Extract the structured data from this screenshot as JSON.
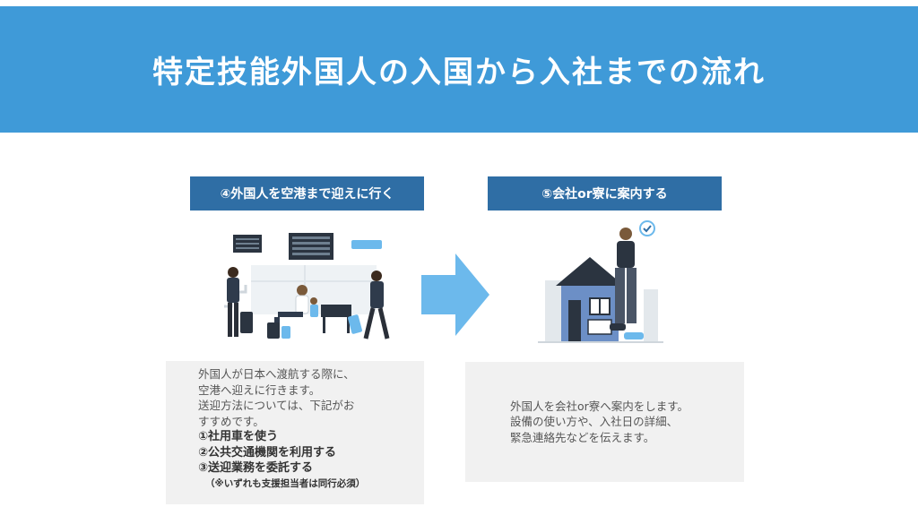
{
  "header": {
    "title": "特定技能外国人の入国から入社までの流れ"
  },
  "steps": [
    {
      "label": "④外国人を空港まで迎えに行く",
      "lines": [
        "外国人が日本へ渡航する際に、",
        "空港へ迎えに行きます。",
        "送迎方法については、下記がお",
        "すすめです。"
      ],
      "options": [
        "①社用車を使う",
        "②公共交通機関を利用する",
        "③送迎業務を委託する"
      ],
      "note": "（※いずれも支援担当者は同行必須）"
    },
    {
      "label": "⑤会社or寮に案内する",
      "lines": [
        "外国人を会社or寮へ案内をします。",
        "設備の使い方や、入社日の詳細、",
        "緊急連絡先などを伝えます。"
      ]
    }
  ],
  "colors": {
    "header": "#3f9ad8",
    "label": "#2f6ea5",
    "arrow": "#6cb9ec",
    "box": "#f1f1f1"
  },
  "icons": {
    "left_illustration": "airport-travelers-illustration",
    "right_illustration": "man-with-house-illustration",
    "arrow": "right-arrow-icon"
  }
}
